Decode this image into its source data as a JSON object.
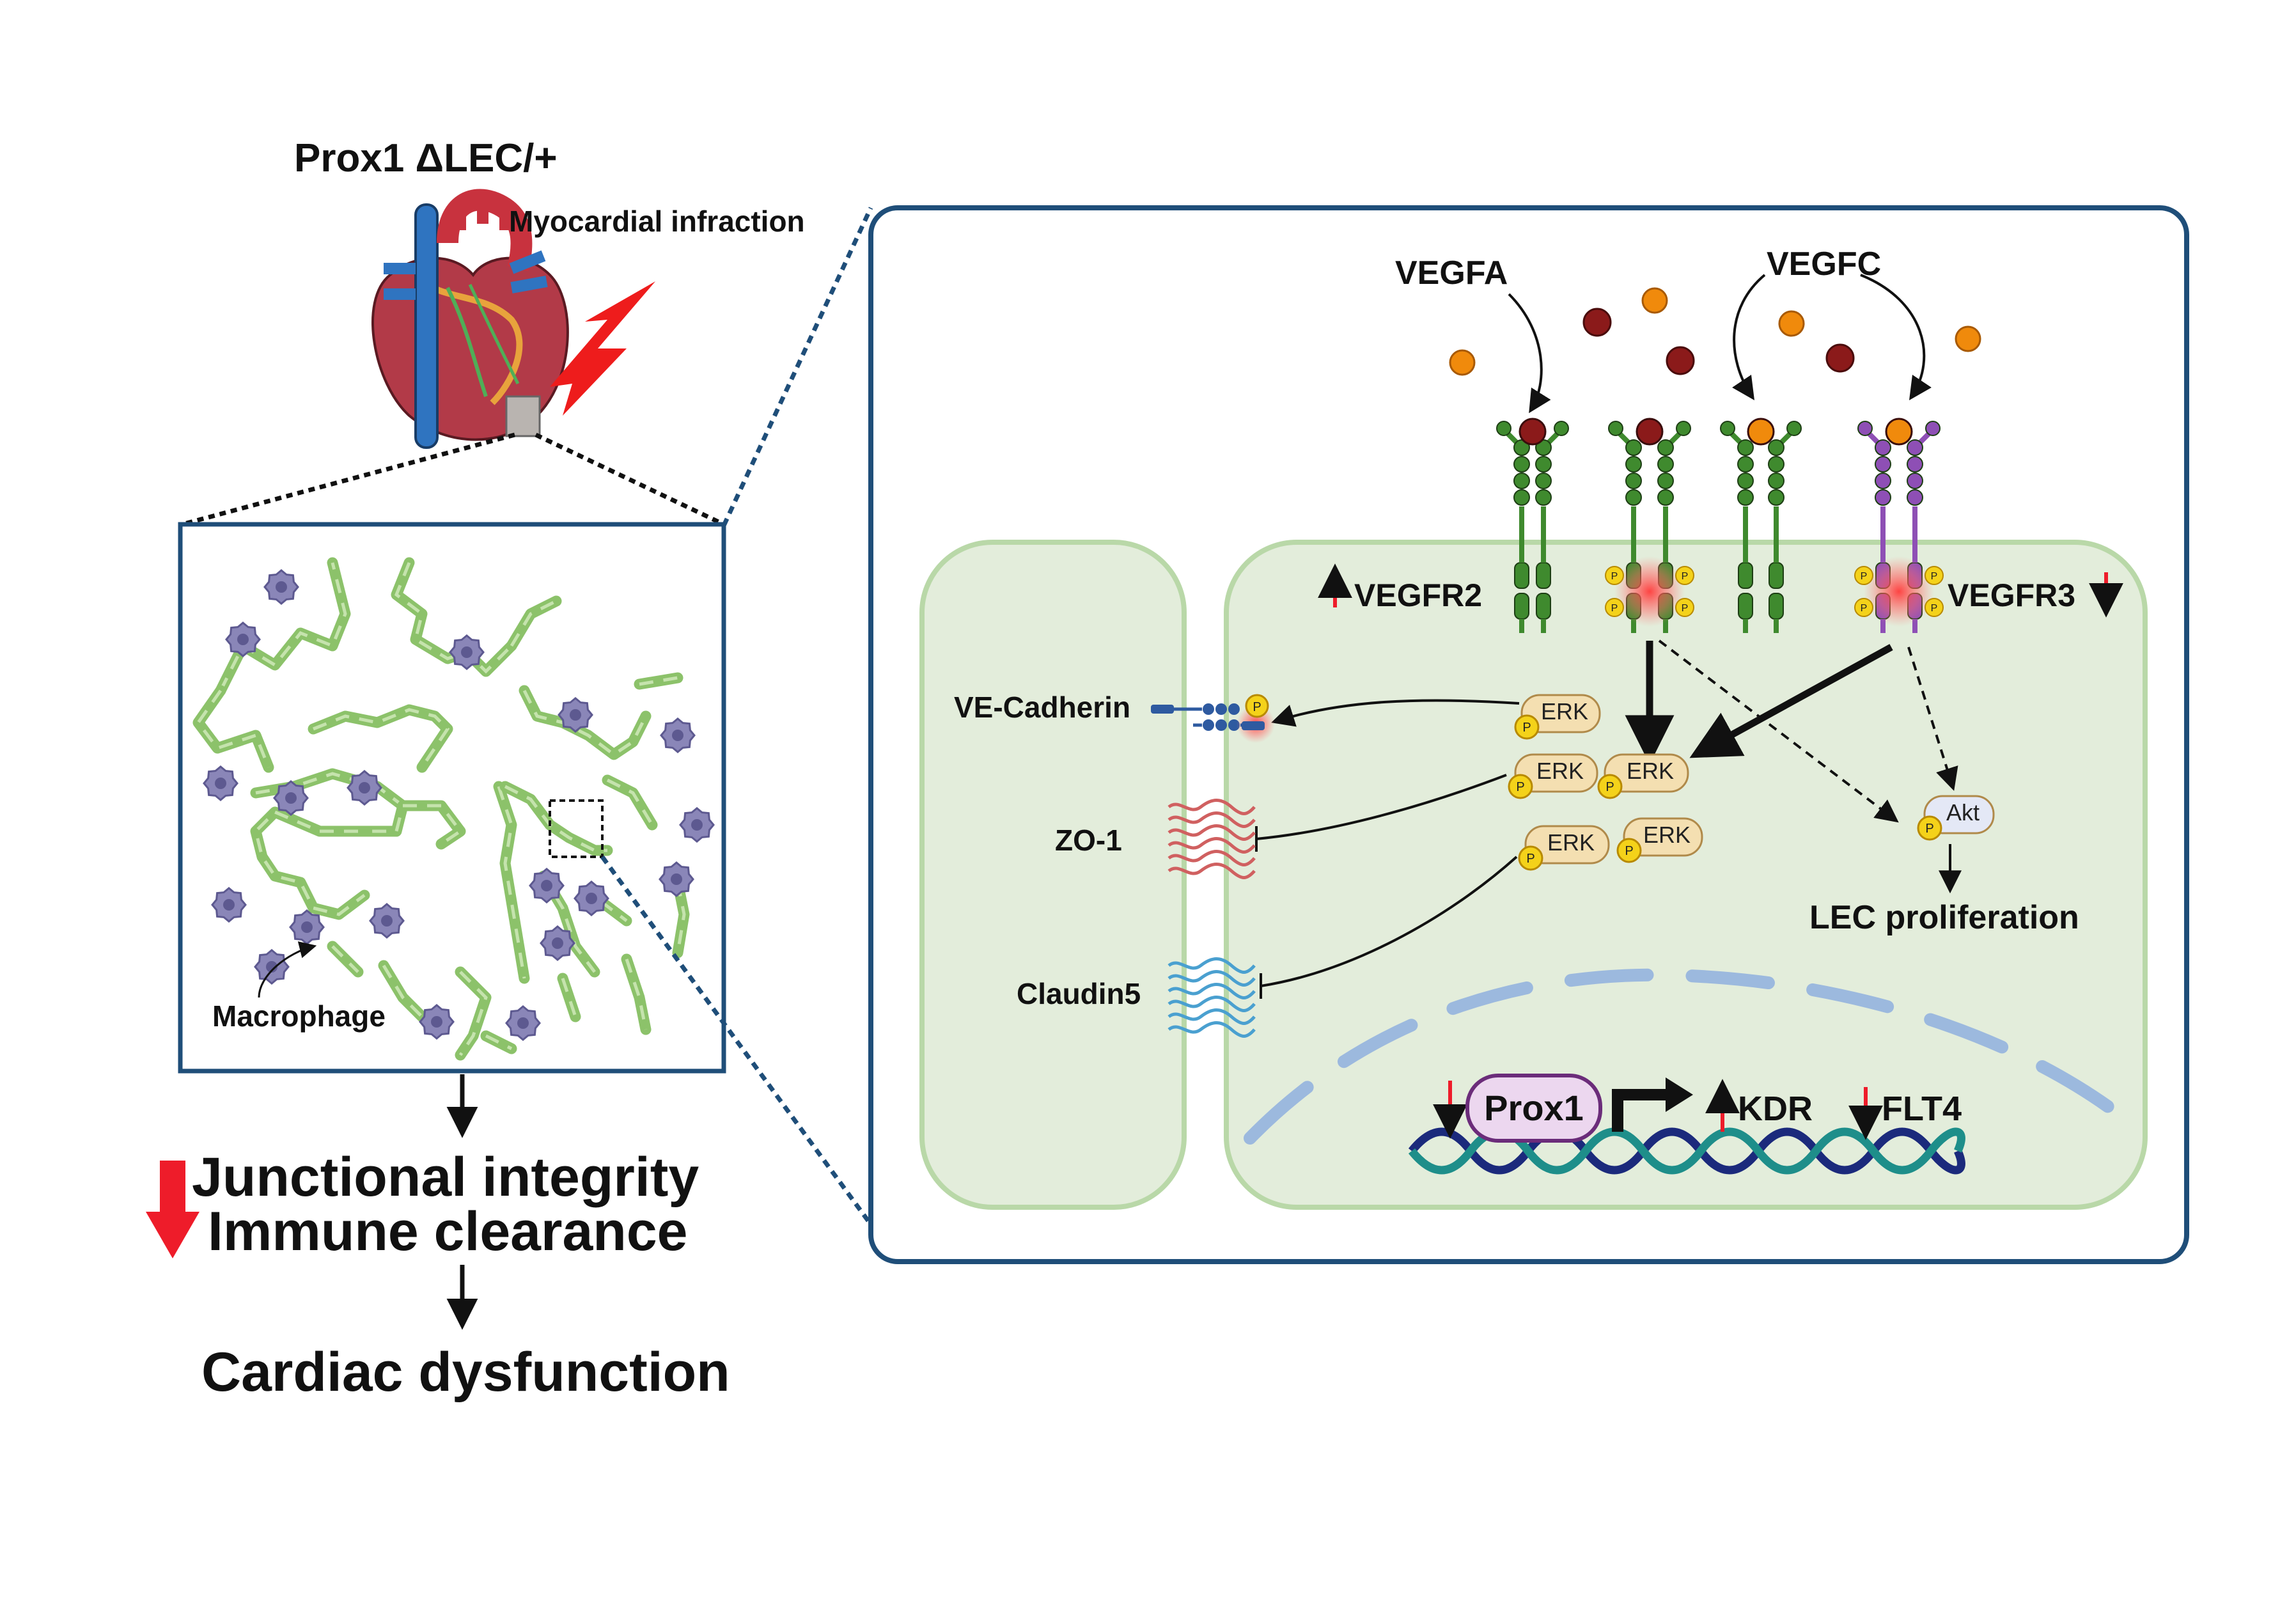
{
  "labels": {
    "genotype": "Prox1 ΔLEC/+",
    "event": "Myocardial infraction",
    "macrophage": "Macrophage",
    "junctional": "Junctional integrity",
    "immune": "Immune clearance",
    "dysfunction": "Cardiac dysfunction",
    "vegfa": "VEGFA",
    "vegfc": "VEGFC",
    "vegfr2": "VEGFR2",
    "vegfr3": "VEGFR3",
    "vecadherin": "VE-Cadherin",
    "zo1": "ZO-1",
    "claudin5": "Claudin5",
    "erk": "ERK",
    "akt": "Akt",
    "phospho": "P",
    "proliferation": "LEC proliferation",
    "prox1": "Prox1",
    "kdr": "KDR",
    "flt4": "FLT4"
  },
  "colors": {
    "panel_border": "#1f4e79",
    "cell_fill": "#e3eddb",
    "cell_border": "#b9d8a8",
    "vessel": "#8cc26a",
    "macrophage": "#8a86b8",
    "receptor2": "#3f8a2e",
    "receptor3": "#8e4fb5",
    "vegfa_ball": "#8b1a1a",
    "vegfc_ball": "#f08a0c",
    "erk_fill": "#f4dfb1",
    "phospho_fill": "#f4d21a",
    "down_arrow": "#e8202a",
    "dna1": "#1b2a7c",
    "dna2": "#1e8e8a",
    "nucleus_dash": "#9cb9de"
  },
  "regulation": {
    "vegfr2": "up",
    "vegfr3": "down",
    "prox1": "down",
    "kdr": "up",
    "flt4": "down",
    "junctional_integrity": "down",
    "immune_clearance": "down"
  }
}
